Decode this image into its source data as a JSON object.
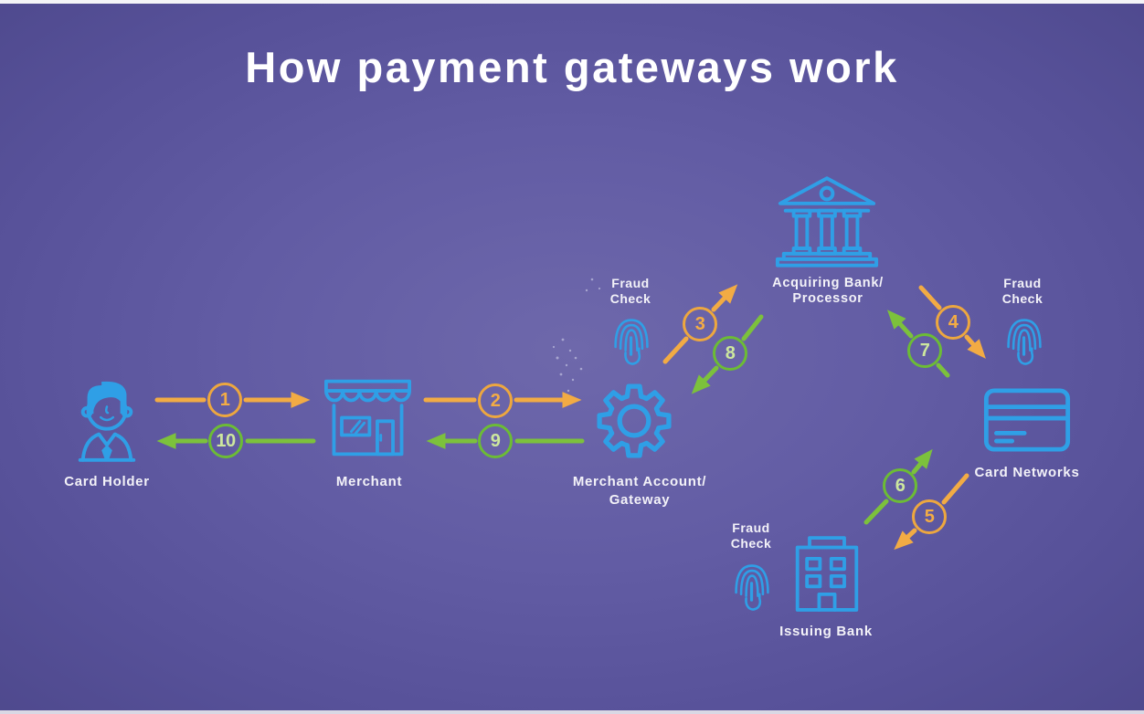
{
  "title": "How payment gateways work",
  "colors": {
    "background_purple": "#5b55a0",
    "icon_blue": "#2f9fe6",
    "arrow_orange": "#f2ab44",
    "arrow_green": "#7cc13c",
    "label_white": "#f3f2f8"
  },
  "nodes": [
    {
      "id": "card-holder",
      "icon": "person-icon",
      "label_lines": [
        "Card Holder"
      ]
    },
    {
      "id": "merchant",
      "icon": "storefront-icon",
      "label_lines": [
        "Merchant"
      ]
    },
    {
      "id": "merchant-account-gateway",
      "icon": "gear-icon",
      "label_lines": [
        "Merchant Account/",
        "Gateway"
      ]
    },
    {
      "id": "acquiring-bank-processor",
      "icon": "bank-icon",
      "label_lines": [
        "Acquiring Bank/",
        "Processor"
      ]
    },
    {
      "id": "card-networks",
      "icon": "credit-card-icon",
      "label_lines": [
        "Card Networks"
      ]
    },
    {
      "id": "issuing-bank",
      "icon": "office-building-icon",
      "label_lines": [
        "Issuing Bank"
      ]
    }
  ],
  "fraud_checks": [
    {
      "id": "fraud-check-gateway",
      "label_lines": [
        "Fraud",
        "Check"
      ]
    },
    {
      "id": "fraud-check-card-networks",
      "label_lines": [
        "Fraud",
        "Check"
      ]
    },
    {
      "id": "fraud-check-issuing-bank",
      "label_lines": [
        "Fraud",
        "Check"
      ]
    }
  ],
  "steps": [
    {
      "number": "1",
      "color": "orange",
      "from": "card-holder",
      "to": "merchant"
    },
    {
      "number": "2",
      "color": "orange",
      "from": "merchant",
      "to": "merchant-account-gateway"
    },
    {
      "number": "3",
      "color": "orange",
      "from": "merchant-account-gateway",
      "to": "acquiring-bank-processor"
    },
    {
      "number": "4",
      "color": "orange",
      "from": "acquiring-bank-processor",
      "to": "card-networks"
    },
    {
      "number": "5",
      "color": "orange",
      "from": "card-networks",
      "to": "issuing-bank"
    },
    {
      "number": "6",
      "color": "green",
      "from": "issuing-bank",
      "to": "card-networks"
    },
    {
      "number": "7",
      "color": "green",
      "from": "card-networks",
      "to": "acquiring-bank-processor"
    },
    {
      "number": "8",
      "color": "green",
      "from": "acquiring-bank-processor",
      "to": "merchant-account-gateway"
    },
    {
      "number": "9",
      "color": "green",
      "from": "merchant-account-gateway",
      "to": "merchant"
    },
    {
      "number": "10",
      "color": "green",
      "from": "merchant",
      "to": "card-holder"
    }
  ]
}
